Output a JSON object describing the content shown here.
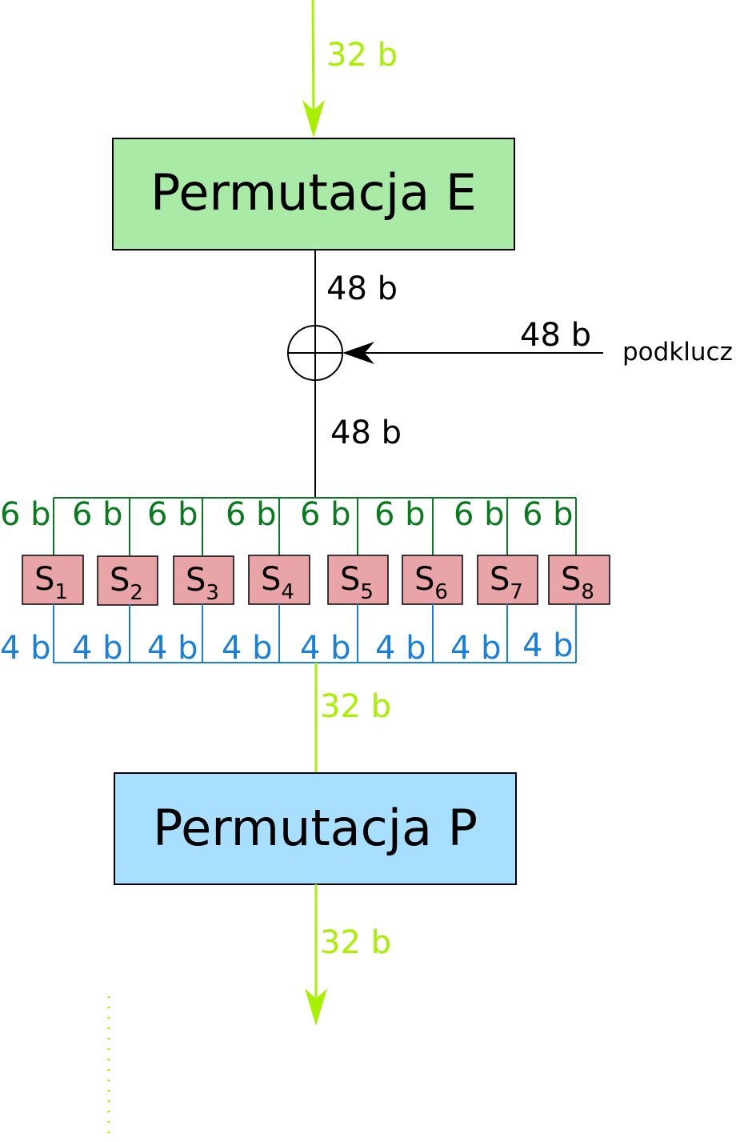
{
  "colors": {
    "lime": "#a8f000",
    "black": "#000000",
    "green_text": "#0a7a1f",
    "blue": "#1a7fd8",
    "perm_e_fill": "#a8eaa6",
    "perm_p_fill": "#a8defe",
    "sbox_fill": "#e8a4a6"
  },
  "top_input": {
    "label": "32 b"
  },
  "perm_e": {
    "label": "Permutacja E"
  },
  "expanded": {
    "label": "48 b"
  },
  "xor": {
    "icon": "xor-circle-icon"
  },
  "subkey": {
    "bits_label": "48 b",
    "name": "podklucz"
  },
  "xor_out": {
    "label": "48 b"
  },
  "sboxes": [
    {
      "letter": "S",
      "index": "1",
      "in": "6 b",
      "out": "4 b"
    },
    {
      "letter": "S",
      "index": "2",
      "in": "6 b",
      "out": "4 b"
    },
    {
      "letter": "S",
      "index": "3",
      "in": "6 b",
      "out": "4 b"
    },
    {
      "letter": "S",
      "index": "4",
      "in": "6 b",
      "out": "4 b"
    },
    {
      "letter": "S",
      "index": "5",
      "in": "6 b",
      "out": "4 b"
    },
    {
      "letter": "S",
      "index": "6",
      "in": "6 b",
      "out": "4 b"
    },
    {
      "letter": "S",
      "index": "7",
      "in": "6 b",
      "out": "4 b"
    },
    {
      "letter": "S",
      "index": "8",
      "in": "6 b",
      "out": "4 b"
    }
  ],
  "sbox_out": {
    "label": "32 b"
  },
  "perm_p": {
    "label": "Permutacja P"
  },
  "bottom_output": {
    "label": "32 b"
  }
}
